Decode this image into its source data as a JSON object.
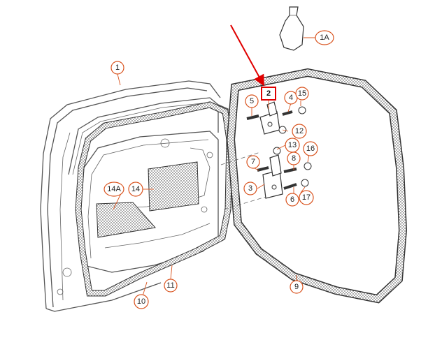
{
  "diagram": {
    "highlight_color": "#e00000",
    "callout_color": "#d9531e",
    "highlighted_part": "2",
    "callouts": [
      {
        "id": "1A"
      },
      {
        "id": "1"
      },
      {
        "id": "2"
      },
      {
        "id": "4"
      },
      {
        "id": "15"
      },
      {
        "id": "5"
      },
      {
        "id": "12"
      },
      {
        "id": "13"
      },
      {
        "id": "16"
      },
      {
        "id": "7"
      },
      {
        "id": "8"
      },
      {
        "id": "3"
      },
      {
        "id": "6"
      },
      {
        "id": "17"
      },
      {
        "id": "14A"
      },
      {
        "id": "14"
      },
      {
        "id": "11"
      },
      {
        "id": "10"
      },
      {
        "id": "9"
      }
    ]
  }
}
